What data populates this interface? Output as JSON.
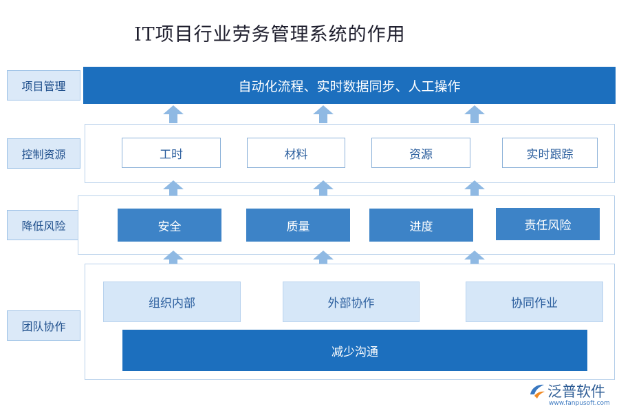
{
  "title": "IT项目行业劳务管理系统的作用",
  "side_labels": [
    "项目管理",
    "控制资源",
    "降低风险",
    "团队协作"
  ],
  "project_management": {
    "text": "自动化流程、实时数据同步、人工操作"
  },
  "control_resources": {
    "items": [
      "工时",
      "材料",
      "资源",
      "实时跟踪"
    ]
  },
  "reduce_risk": {
    "items": [
      "安全",
      "质量",
      "进度",
      "责任风险"
    ]
  },
  "team_collaboration": {
    "items": [
      "组织内部",
      "外部协作",
      "协同作业"
    ],
    "bottom": "减少沟通"
  },
  "logo": {
    "name": "泛普软件",
    "url": "www.fanpusoft.com"
  },
  "colors": {
    "primary": "#1c6fbe",
    "mid_box": "#3d83c7",
    "light_box": "#d6e7f8",
    "arrow": "#8fb9e3"
  }
}
